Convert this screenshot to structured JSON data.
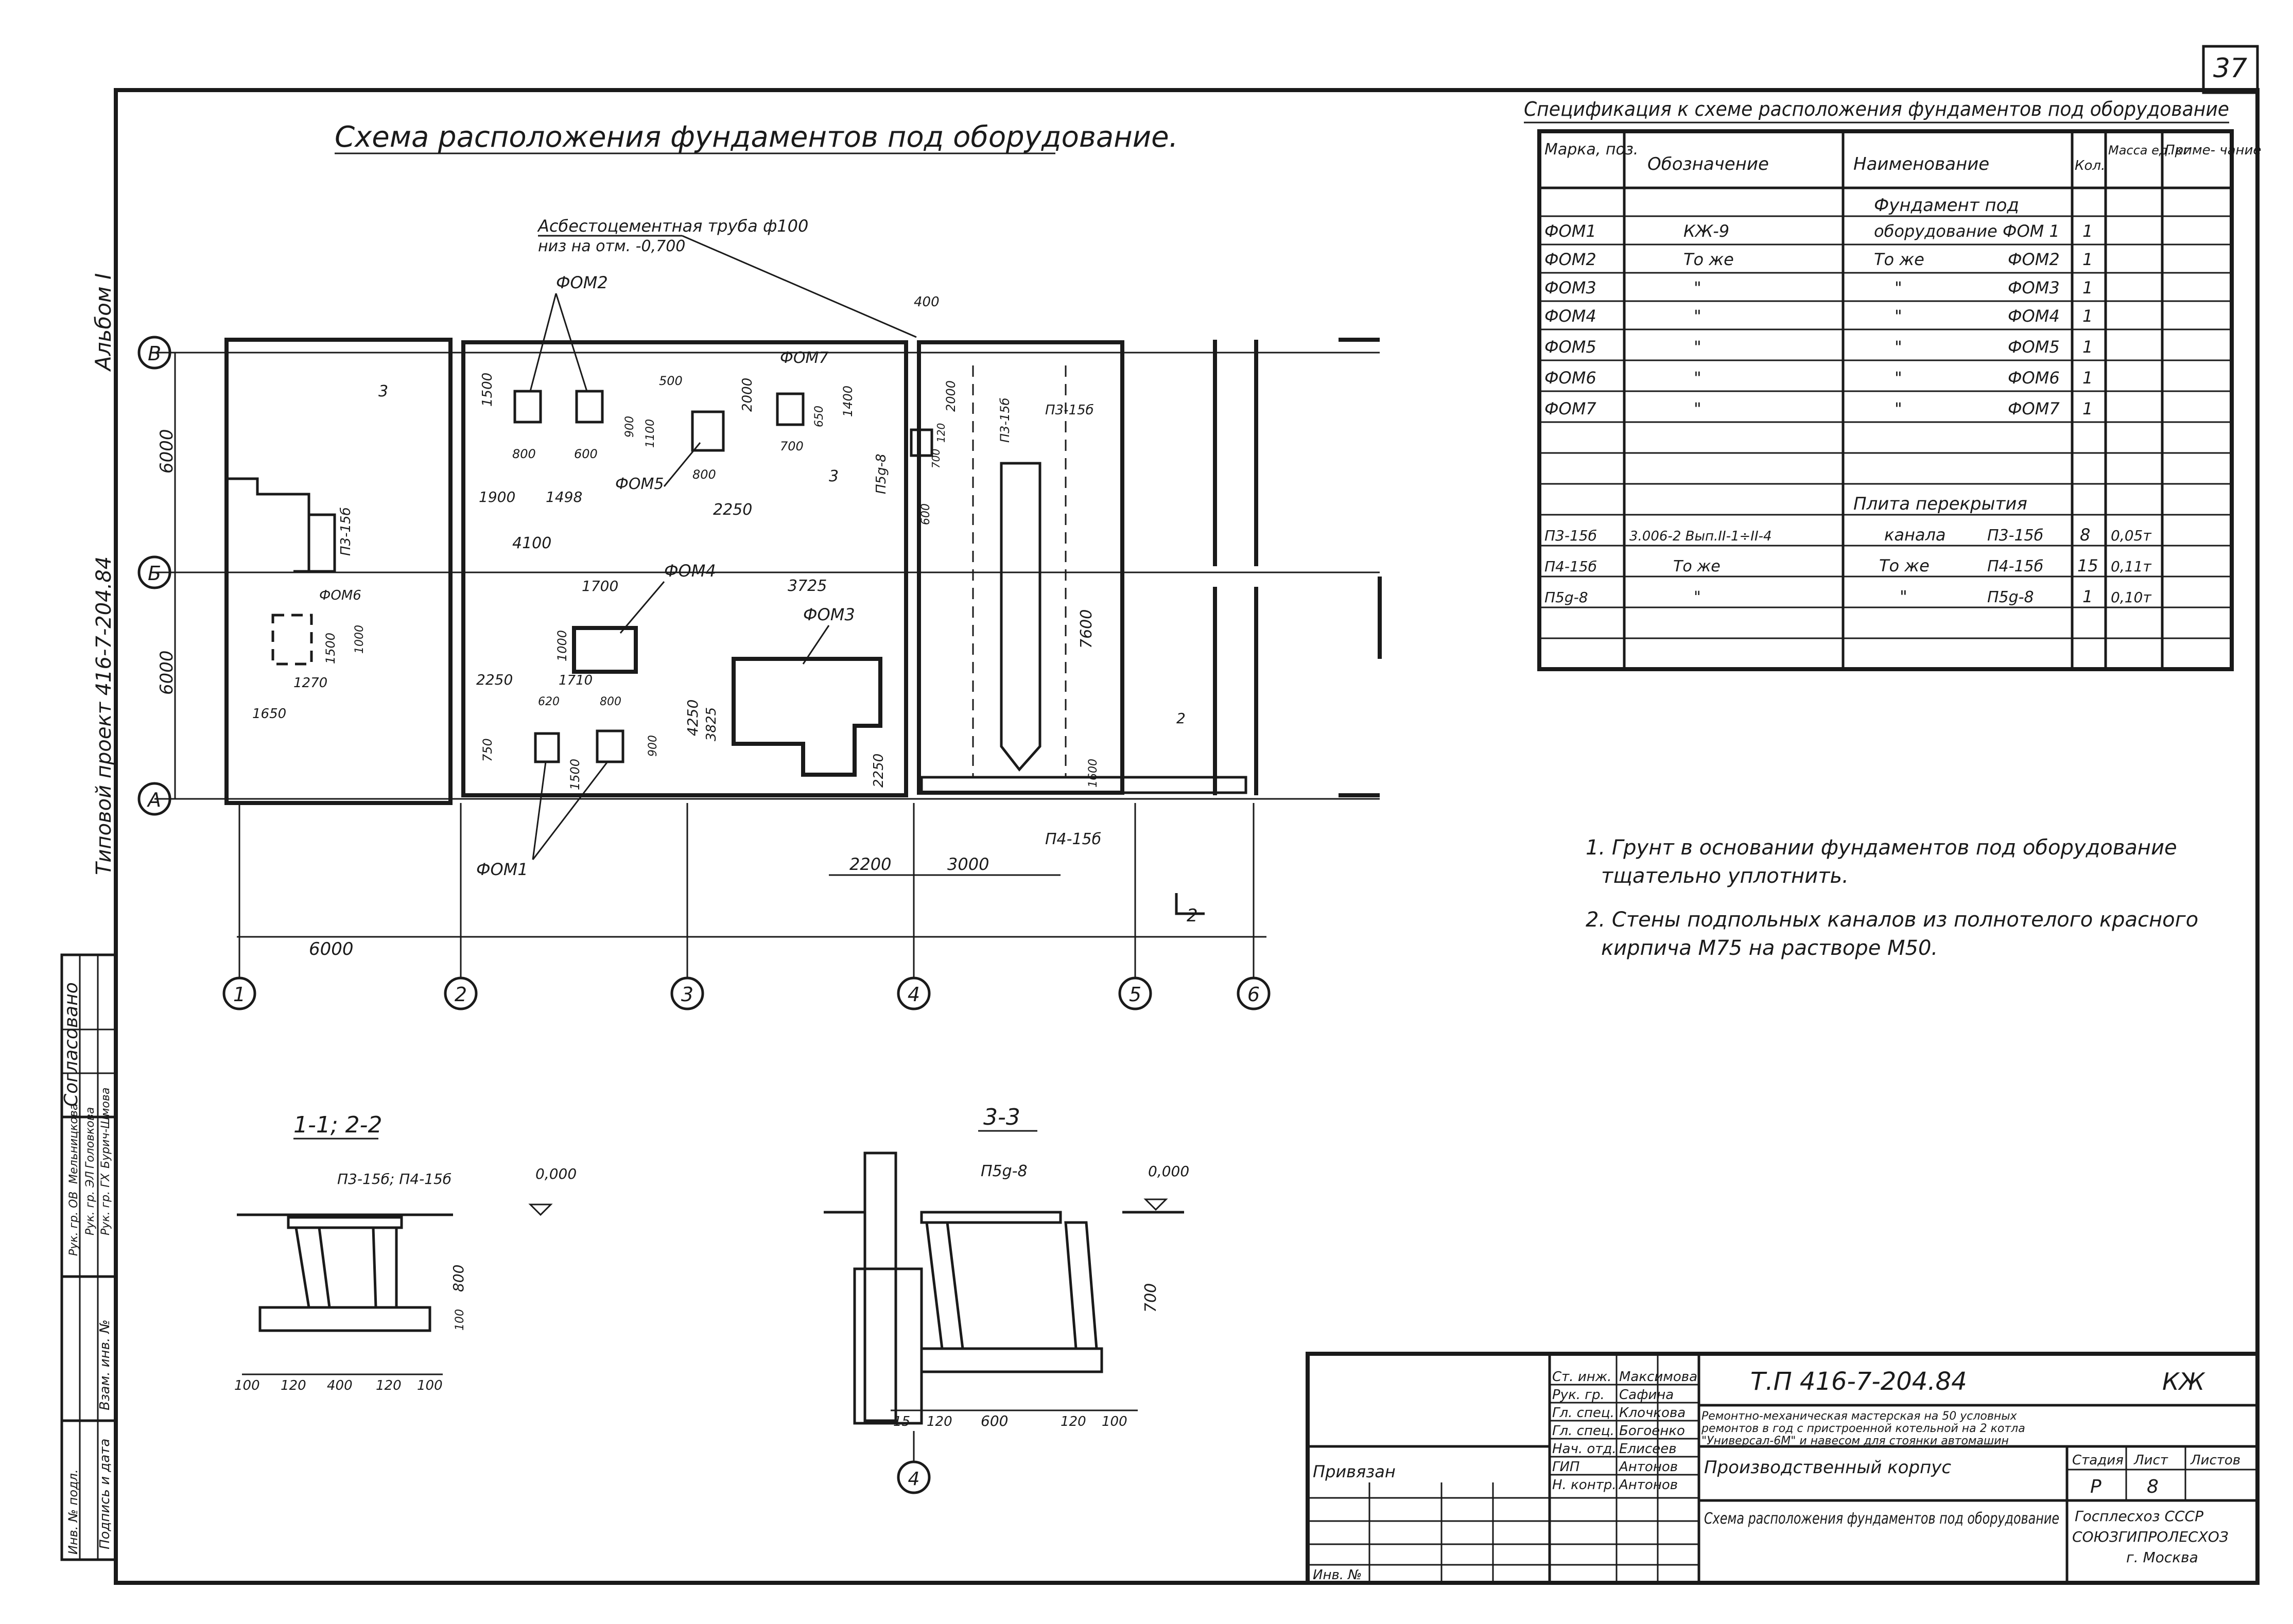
{
  "sheet_number": "37",
  "plan": {
    "title": "Схема расположения фундаментов под оборудование.",
    "pipe_note": {
      "line1": "Асбестоцементная труба ф100",
      "line2": "низ на отм. -0,700"
    },
    "axes_rows": [
      "В",
      "Б",
      "А"
    ],
    "axes_cols": [
      "1",
      "2",
      "3",
      "4",
      "5",
      "6"
    ],
    "row_dims": [
      "6000",
      "6000"
    ],
    "col_dims": [
      "6000",
      "2200",
      "3000"
    ],
    "foundations": {
      "fom1": "ФОМ1",
      "fom2": "ФОМ2",
      "fom3": "ФОМ3",
      "fom4": "ФОМ4",
      "fom5": "ФОМ5",
      "fom6": "ФОМ6",
      "fom7": "ФОМ7"
    },
    "dims": {
      "d400": "400",
      "d1500a": "1500",
      "d2000a": "2000",
      "d1400": "1400",
      "d500": "500",
      "d900": "900",
      "d1100": "1100",
      "d800a": "800",
      "d600a": "600",
      "d800b": "800",
      "d700a": "700",
      "d650": "650",
      "d1900": "1900",
      "d1498": "1498",
      "d2250a": "2250",
      "d4100": "4100",
      "d1700": "1700",
      "d1000": "1000",
      "d3725": "3725",
      "d2250b": "2250",
      "d1710": "1710",
      "d620": "620",
      "d800c": "800",
      "d750": "750",
      "d1500b": "1500",
      "d900b": "900",
      "d4250": "4250",
      "d3825": "3825",
      "d2250c": "2250",
      "d1500c": "1500",
      "d1000b": "1000",
      "d1270": "1270",
      "d1650": "1650",
      "d2000b": "2000",
      "d120": "120",
      "d700b": "700",
      "d600b": "600",
      "d7600": "7600",
      "d1600": "1600"
    },
    "slabs": {
      "p3a": "П3-15б",
      "p3b": "П3-15б",
      "p3c": "П3-15б",
      "p4": "П4-15б",
      "p5": "П5g-8"
    },
    "cuts": {
      "c1": "3",
      "c2": "3",
      "c3": "2",
      "c4": "2"
    }
  },
  "sections": {
    "s12": {
      "title": "1-1; 2-2",
      "slab_label": "П3-15б; П4-15б",
      "level": "0,000",
      "h800": "800",
      "h100": "100",
      "bottom_dims": [
        "100",
        "120",
        "400",
        "120",
        "100"
      ]
    },
    "s33": {
      "title": "3-3",
      "slab_label": "П5g-8",
      "level": "0,000",
      "h700": "700",
      "bottom_dims": [
        "15",
        "120",
        "600",
        "120",
        "100"
      ],
      "axis": "4"
    }
  },
  "spec": {
    "title": "Спецификация к схеме расположения фундаментов под оборудование",
    "headers": [
      "Марка, поз.",
      "Обозначение",
      "Наименование",
      "Кол.",
      "Масса ед. кг",
      "Приме- чание"
    ],
    "group1_header": "Фундамент под",
    "rows1": [
      {
        "mark": "ФОМ1",
        "ref": "КЖ-9",
        "name1": "оборудование ФОМ 1",
        "name2": "",
        "qty": "1",
        "mass": ""
      },
      {
        "mark": "ФОМ2",
        "ref": "То же",
        "name1": "То же",
        "name2": "ФОМ2",
        "qty": "1",
        "mass": ""
      },
      {
        "mark": "ФОМ3",
        "ref": "\"",
        "name1": "\"",
        "name2": "ФОМ3",
        "qty": "1",
        "mass": ""
      },
      {
        "mark": "ФОМ4",
        "ref": "\"",
        "name1": "\"",
        "name2": "ФОМ4",
        "qty": "1",
        "mass": ""
      },
      {
        "mark": "ФОМ5",
        "ref": "\"",
        "name1": "\"",
        "name2": "ФОМ5",
        "qty": "1",
        "mass": ""
      },
      {
        "mark": "ФОМ6",
        "ref": "\"",
        "name1": "\"",
        "name2": "ФОМ6",
        "qty": "1",
        "mass": ""
      },
      {
        "mark": "ФОМ7",
        "ref": "\"",
        "name1": "\"",
        "name2": "ФОМ7",
        "qty": "1",
        "mass": ""
      }
    ],
    "group2_header": "Плита перекрытия",
    "rows2": [
      {
        "mark": "П3-15б",
        "ref": "3.006-2 Вып.II-1÷II-4",
        "name1": "канала",
        "name2": "П3-15б",
        "qty": "8",
        "mass": "0,05т"
      },
      {
        "mark": "П4-15б",
        "ref": "То же",
        "name1": "То же",
        "name2": "П4-15б",
        "qty": "15",
        "mass": "0,11т"
      },
      {
        "mark": "П5g-8",
        "ref": "\"",
        "name1": "\"",
        "name2": "П5g-8",
        "qty": "1",
        "mass": "0,10т"
      }
    ]
  },
  "notes": [
    "1. Грунт в основании фундаментов под оборудование",
    "тщательно уплотнить.",
    "2. Стены подпольных каналов из полнотелого красного",
    "кирпича М75 на растворе М50."
  ],
  "left_margin": {
    "album": "Альбом I",
    "project": "Типовой проект 416-7-204.84",
    "agreed": "Согласовано",
    "agreed_rows": [
      [
        "Рук. гр. ЭЛ",
        "Головкова"
      ],
      [
        "Рук. гр. ГХ",
        "Бурич-Шмова"
      ],
      [
        "Рук. гр. ОВ",
        "Мельницкова"
      ]
    ],
    "stamp_cols": [
      "Взам. инв. №",
      "Подпись и дата",
      "Инв. № подл."
    ]
  },
  "title_block": {
    "signers": [
      {
        "role": "Ст. инж.",
        "name": "Максимова"
      },
      {
        "role": "Рук. гр.",
        "name": "Сафина"
      },
      {
        "role": "Гл. спец.",
        "name": "Клочкова"
      },
      {
        "role": "Гл. спец.",
        "name": "Богоенко"
      },
      {
        "role": "Нач. отд.",
        "name": "Елисеев"
      },
      {
        "role": "ГИП",
        "name": "Антонов"
      },
      {
        "role": "Н. контр.",
        "name": "Антонов"
      }
    ],
    "privyazan": "Привязан",
    "inv": "Инв. №",
    "code": "Т.П 416-7-204.84",
    "mark": "КЖ",
    "description": [
      "Ремонтно-механическая мастерская на 50 условных",
      "ремонтов в год с пристроенной котельной на 2 котла",
      "\"Универсал-6М\" и навесом для стоянки автомашин"
    ],
    "building": "Производственный корпус",
    "stage_label": "Стадия",
    "sheet_label": "Лист",
    "sheets_label": "Листов",
    "stage": "Р",
    "sheet": "8",
    "drawing_name": "Схема расположения фундаментов под оборудование",
    "org": [
      "Госплесхоз СССР",
      "СОЮЗГИПРОЛЕСХОЗ",
      "г. Москва"
    ]
  }
}
